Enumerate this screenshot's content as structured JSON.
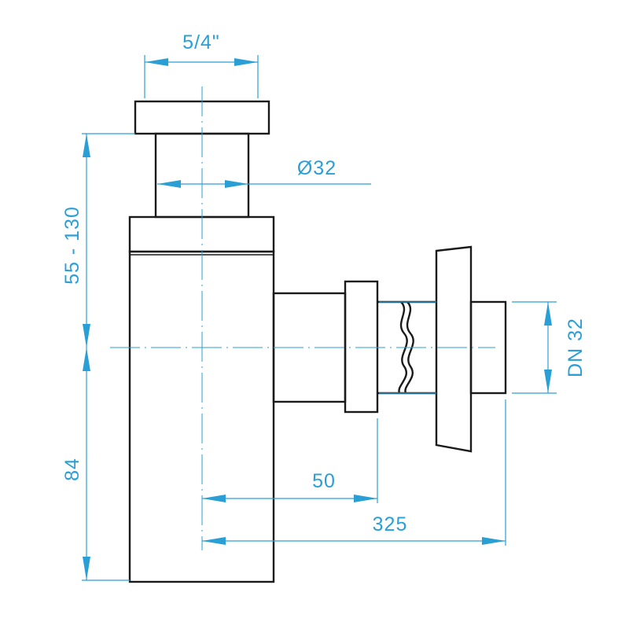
{
  "colors": {
    "dimension": "#2a9fd6",
    "outline": "#1a1a1a",
    "background": "#ffffff"
  },
  "dimensions": {
    "thread_size": "5/4\"",
    "inlet_diameter": "Ø32",
    "height_range": "55 - 130",
    "outlet_nominal": "DN 32",
    "lower_height": "84",
    "outlet_offset": "50",
    "outlet_length": "325"
  }
}
